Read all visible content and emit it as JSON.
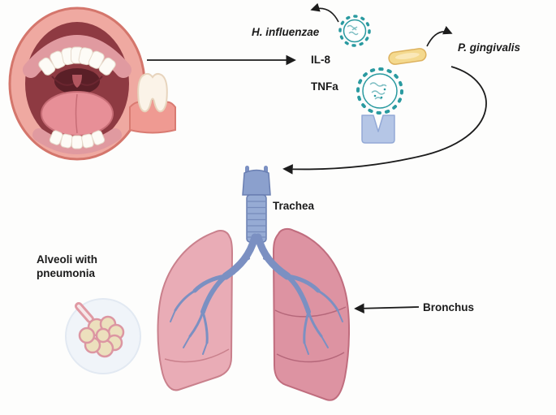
{
  "figure": {
    "labels": {
      "h_influenzae": "H. influenzae",
      "il8": "IL-8",
      "tnfa": "TNFa",
      "p_gingivalis": "P. gingivalis",
      "trachea": "Trachea",
      "bronchus": "Bronchus",
      "alveoli": "Alveoli with pneumonia"
    },
    "icons": {
      "mouth": "open-mouth-illustration",
      "tooth": "tooth-with-gum-icon",
      "virus_small": "virus-particle-small-icon",
      "virus_large": "virus-particle-large-icon",
      "capsule": "bacterial-capsule-icon",
      "receptor": "receptor-block-icon",
      "trachea": "trachea-icon",
      "lungs": "lungs-with-bronchial-tree-icon",
      "alveoli_inset": "alveoli-pneumonia-inset-icon"
    },
    "colors": {
      "virus_teal": "#2a9aa0",
      "capsule_yellow": "#f4d98e",
      "receptor_blue": "#b5c6e6",
      "lung_pink": "#e3a0ad",
      "airway_blue": "#8ba0cd",
      "mouth_pink": "#efa9a1",
      "alveoli_fill": "#ece0bd",
      "arrow_black": "#1c1c1c"
    }
  }
}
